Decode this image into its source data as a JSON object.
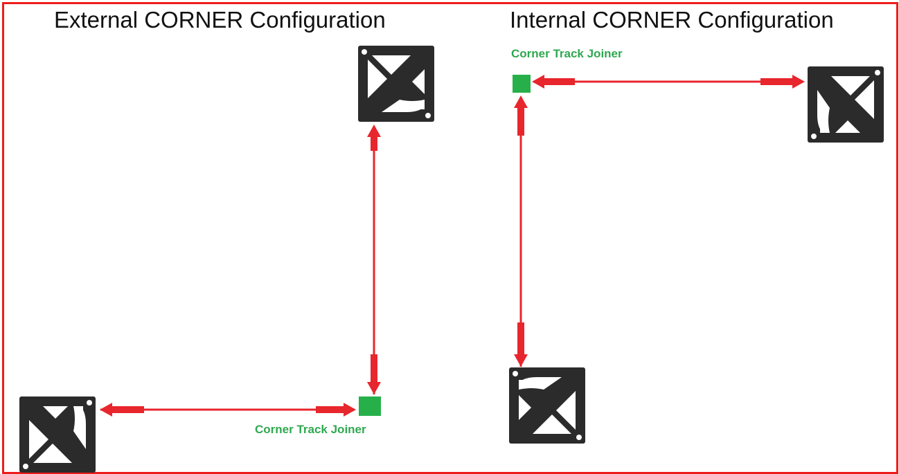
{
  "titles": {
    "external": "External CORNER Configuration",
    "internal": "Internal CORNER Configuration"
  },
  "labels": {
    "joiner_internal": "Corner Track Joiner",
    "joiner_external": "Corner Track Joiner"
  },
  "colors": {
    "frame": "#ee1c1c",
    "arrow": "#e8262d",
    "joiner": "#27b04a",
    "label": "#2fa84f",
    "bracket": "#2b2b2b"
  }
}
